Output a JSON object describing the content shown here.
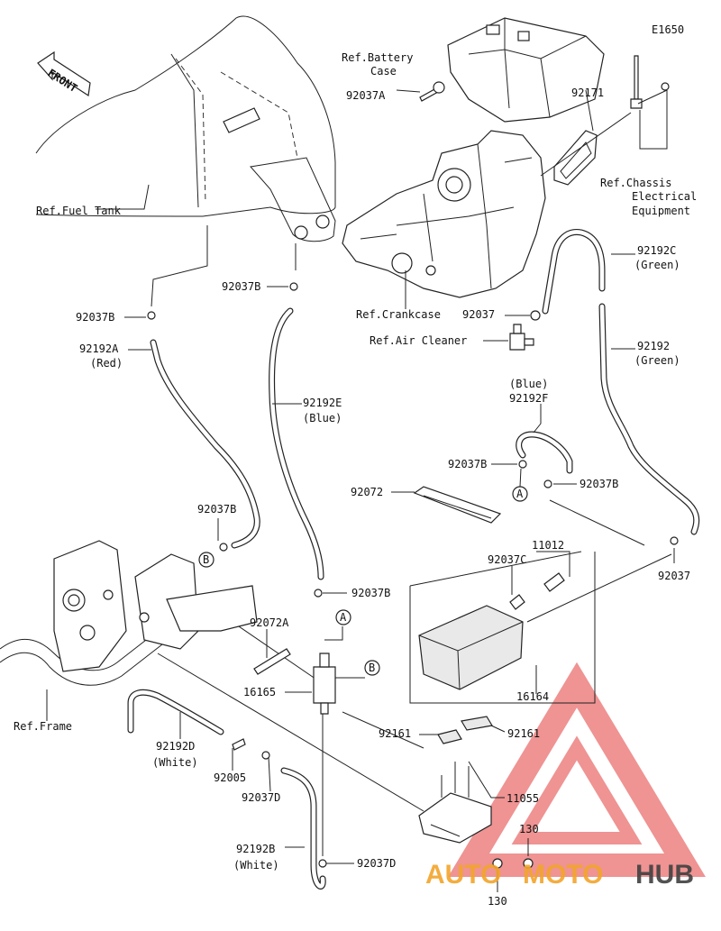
{
  "diagram_code": "E1650",
  "front_label": "FRONT",
  "labels": {
    "ref_battery_case_1": "Ref.Battery",
    "ref_battery_case_2": "Case",
    "p92037A": "92037A",
    "p92171": "92171",
    "ref_chassis_1": "Ref.Chassis",
    "ref_chassis_2": "Electrical",
    "ref_chassis_3": "Equipment",
    "ref_fuel_tank": "Ref.Fuel Tank",
    "p92037B_top": "92037B",
    "ref_crankcase": "Ref.Crankcase",
    "p92037_air": "92037",
    "ref_air_cleaner": "Ref.Air Cleaner",
    "p92192C": "92192C",
    "p92192C_color": "(Green)",
    "p92192": "92192",
    "p92192_color": "(Green)",
    "p92037B_left": "92037B",
    "p92192A": "92192A",
    "p92192A_color": "(Red)",
    "p92192E": "92192E",
    "p92192E_color": "(Blue)",
    "p92192F_color": "(Blue)",
    "p92192F": "92192F",
    "p92037B_mid": "92037B",
    "p92037B_mid2": "92037B",
    "p92072": "92072",
    "p92037B_b": "92037B",
    "p11012": "11012",
    "p92037C": "92037C",
    "p92037_right": "92037",
    "p92037B_low": "92037B",
    "p92072A": "92072A",
    "p16165": "16165",
    "p16164": "16164",
    "ref_frame": "Ref.Frame",
    "p92161_left": "92161",
    "p92161_right": "92161",
    "p92192D": "92192D",
    "p92192D_color": "(White)",
    "p92005": "92005",
    "p92037D_mid": "92037D",
    "p11055": "11055",
    "p130_top": "130",
    "p92192B": "92192B",
    "p92192B_color": "(White)",
    "p92037D_low": "92037D",
    "p130_bottom": "130",
    "marker_a": "A",
    "marker_b": "B"
  },
  "watermark": {
    "part1": "AUTO",
    "part2": "MOTO",
    "part3": "HUB",
    "color_auto": "#f2a52b",
    "color_moto": "#f2a52b",
    "color_hub": "#404040",
    "logo_color": "#e23b3b"
  }
}
